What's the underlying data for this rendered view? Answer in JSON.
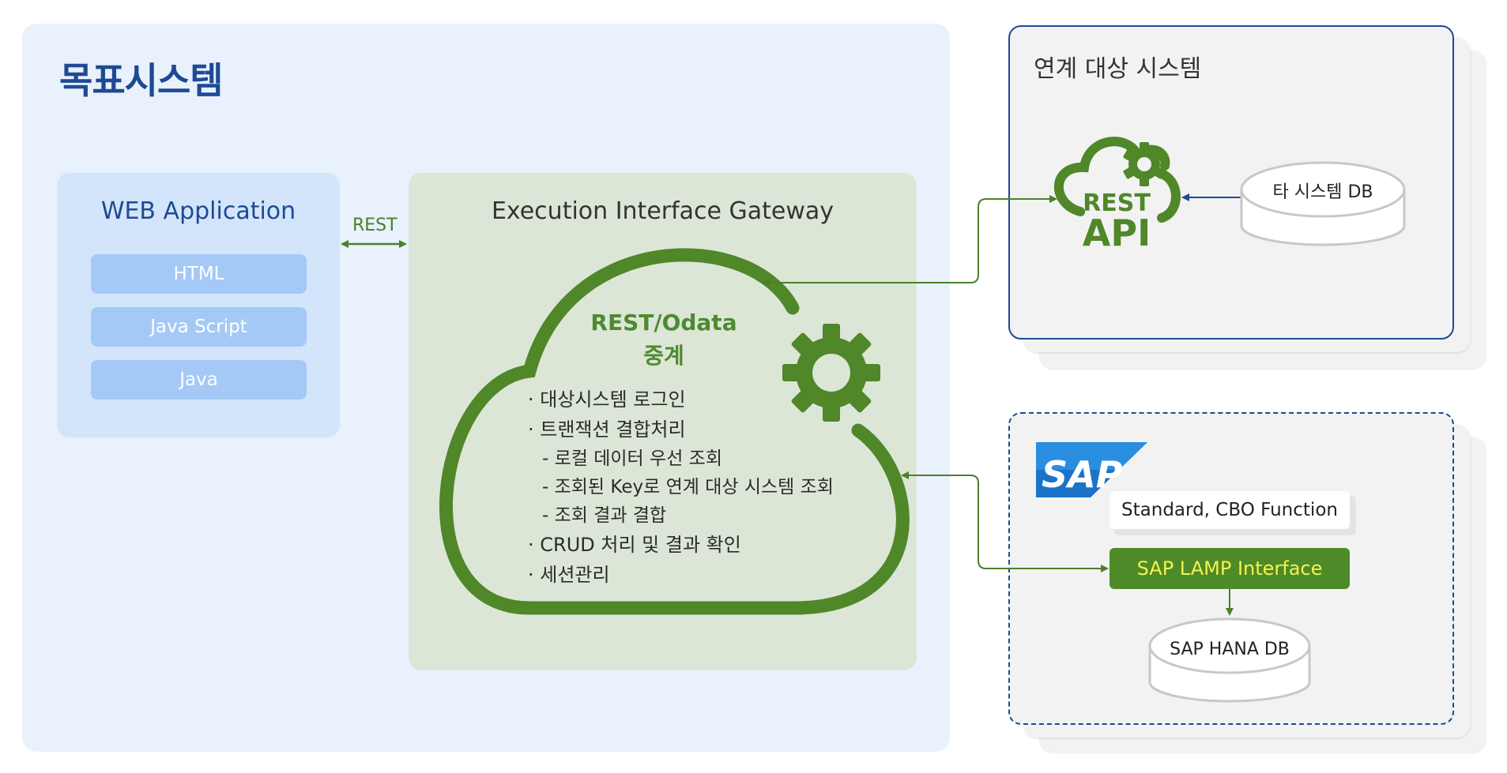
{
  "target_system": {
    "title": "목표시스템",
    "web_app": {
      "title": "WEB Application",
      "items": [
        "HTML",
        "Java Script",
        "Java"
      ]
    },
    "connector_label": "REST",
    "gateway": {
      "title": "Execution Interface Gateway",
      "cloud_title_line1": "REST/Odata",
      "cloud_title_line2": "중계",
      "features": [
        "· 대상시스템 로그인",
        "· 트랜잭션 결합처리",
        "- 로컬 데이터 우선 조회",
        "- 조회된 Key로 연계 대상 시스템 조회",
        "- 조회 결과 결합",
        "· CRUD 처리 및 결과 확인",
        "· 세션관리"
      ]
    }
  },
  "linked_system": {
    "title": "연계 대상 시스템",
    "api_line1": "REST",
    "api_line2": "API",
    "db_label": "타 시스템 DB"
  },
  "sap_system": {
    "logo_text": "SAP",
    "function_label": "Standard, CBO Function",
    "interface_label": "SAP LAMP Interface",
    "db_label": "SAP HANA DB"
  },
  "colors": {
    "accent_blue": "#1e4a93",
    "accent_green": "#4d7f2a",
    "sap_blue": "#1a73c8",
    "lamp_text": "#f4f250"
  }
}
